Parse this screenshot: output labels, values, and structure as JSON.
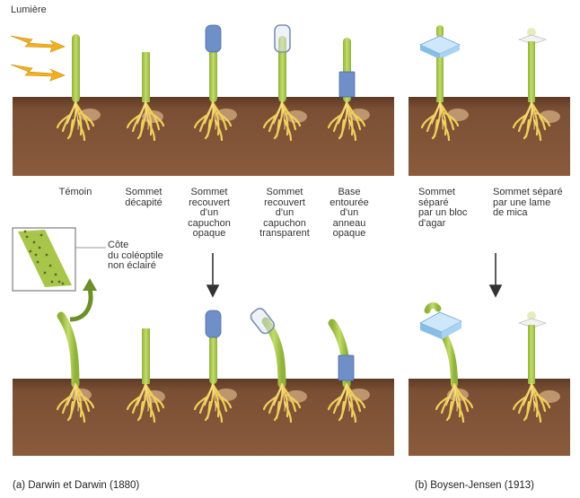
{
  "light_label": "Lumière",
  "panel_a": {
    "caption": "(a) Darwin et Darwin (1880)",
    "conditions": [
      {
        "l1": "Témoin",
        "l2": "",
        "l3": "",
        "l4": "",
        "l5": ""
      },
      {
        "l1": "Sommet",
        "l2": "décapité",
        "l3": "",
        "l4": "",
        "l5": ""
      },
      {
        "l1": "Sommet",
        "l2": "recouvert",
        "l3": "d'un",
        "l4": "capuchon",
        "l5": "opaque"
      },
      {
        "l1": "Sommet",
        "l2": "recouvert",
        "l3": "d'un",
        "l4": "capuchon",
        "l5": "transparent"
      },
      {
        "l1": "Base",
        "l2": "entourée",
        "l3": "d'un",
        "l4": "anneau",
        "l5": "opaque"
      }
    ],
    "inset_label": {
      "l1": "Côte",
      "l2": "du coléoptile",
      "l3": "non éclairé"
    }
  },
  "panel_b": {
    "caption": "(b) Boysen-Jensen (1913)",
    "conditions": [
      {
        "l1": "Sommet",
        "l2": "séparé",
        "l3": "par un bloc",
        "l4": "d'agar"
      },
      {
        "l1": "Sommet séparé",
        "l2": "par une lame",
        "l3": "de mica",
        "l4": ""
      }
    ]
  },
  "colors": {
    "soil": "#7a4f34",
    "soil_top": "#5e3a24",
    "stem": "#a8c64a",
    "root": "#f0cf5a",
    "opaque_cap": "#6f8fc8",
    "agar": "#a9d3f2",
    "light_arrow": "#f1b11f"
  }
}
